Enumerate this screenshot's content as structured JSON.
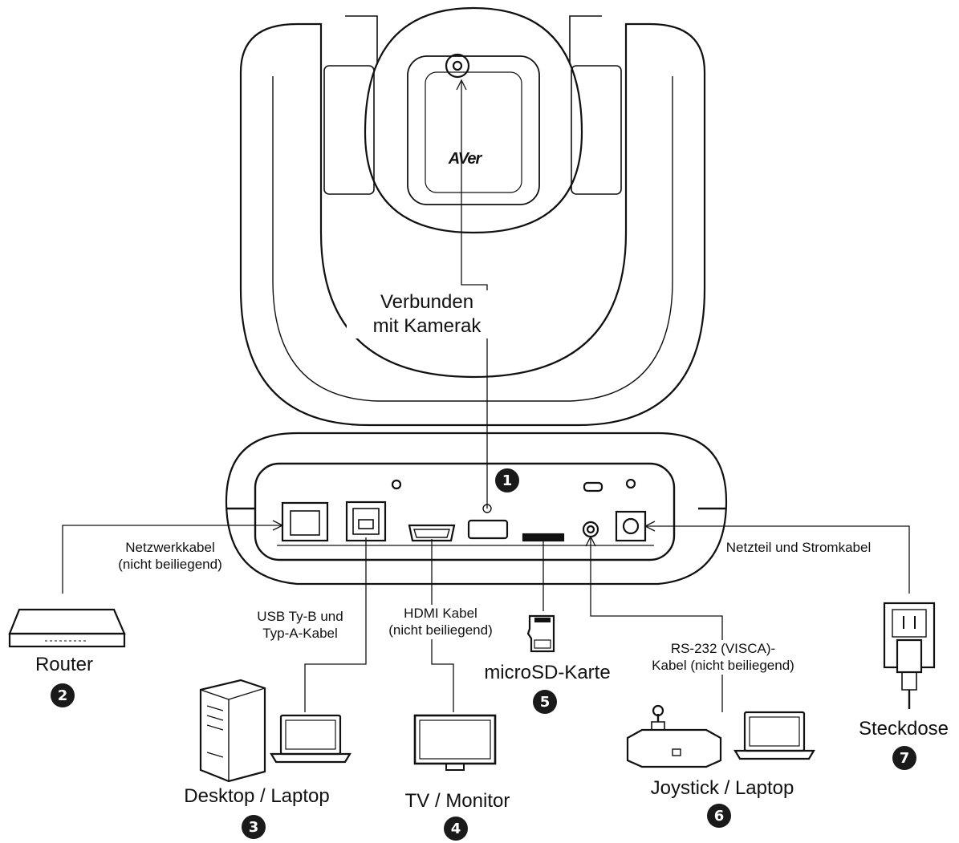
{
  "camera": {
    "logo": "AVer"
  },
  "labels": {
    "camera_connection": [
      "Verbunden",
      "mit Kamerak"
    ],
    "network_cable": [
      "Netzwerkkabel",
      "(nicht beiliegend)"
    ],
    "power_cable": "Netzteil und Stromkabel",
    "usb_cable": [
      "USB Ty-B und",
      "Typ-A-Kabel"
    ],
    "hdmi_cable": [
      "HDMI Kabel",
      "(nicht beiliegend)"
    ],
    "rs232_cable": [
      "RS-232 (VISCA)-",
      "Kabel (nicht beiliegend)"
    ]
  },
  "devices": [
    {
      "id": "router",
      "label": "Router",
      "number": "2"
    },
    {
      "id": "desktop",
      "label": "Desktop / Laptop",
      "number": "3"
    },
    {
      "id": "tv",
      "label": "TV / Monitor",
      "number": "4"
    },
    {
      "id": "microsd",
      "label": "microSD-Karte",
      "number": "5"
    },
    {
      "id": "joystick",
      "label": "Joystick / Laptop",
      "number": "6"
    },
    {
      "id": "outlet",
      "label": "Steckdose",
      "number": "7"
    }
  ],
  "port_badge": {
    "number": "1"
  }
}
